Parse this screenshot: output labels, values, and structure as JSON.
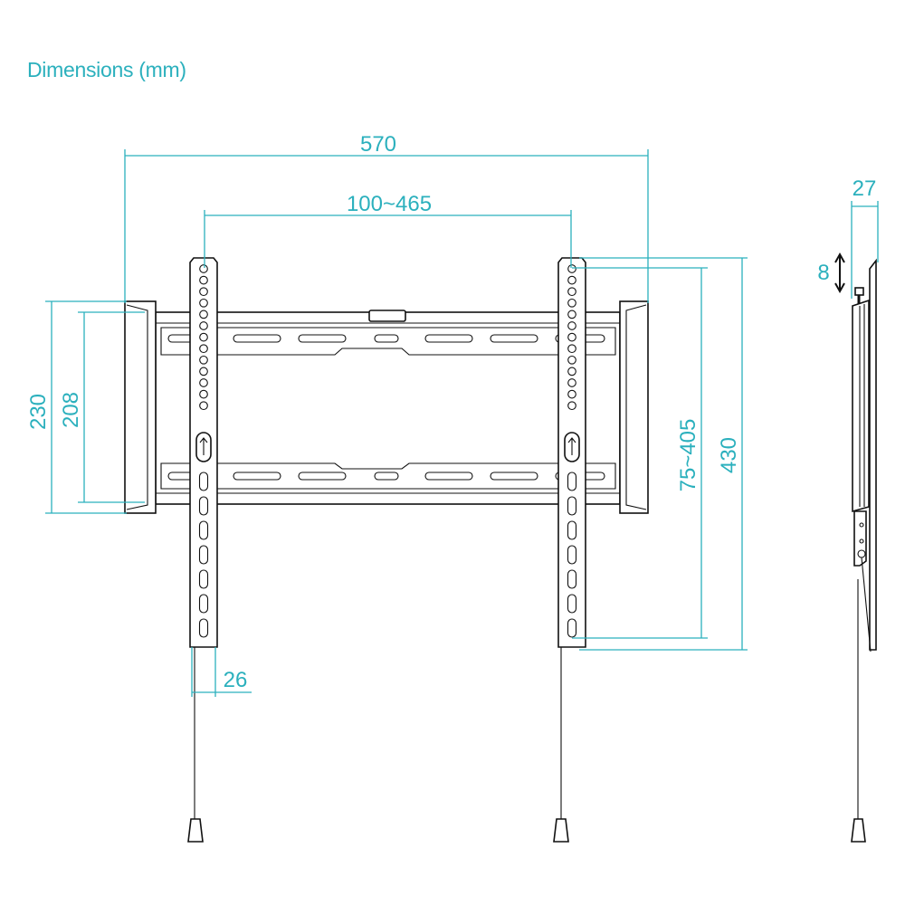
{
  "title": "Dimensions (mm)",
  "dimensions": {
    "overall_width": "570",
    "vesa_horizontal": "100~465",
    "bracket_height_outer": "230",
    "bracket_height_inner": "208",
    "vesa_vertical": "75~405",
    "arm_length": "430",
    "arm_width": "26",
    "wall_depth": "27",
    "vertical_adjust": "8"
  },
  "colors": {
    "dimension": "#2bb0bd",
    "line": "#111111"
  }
}
